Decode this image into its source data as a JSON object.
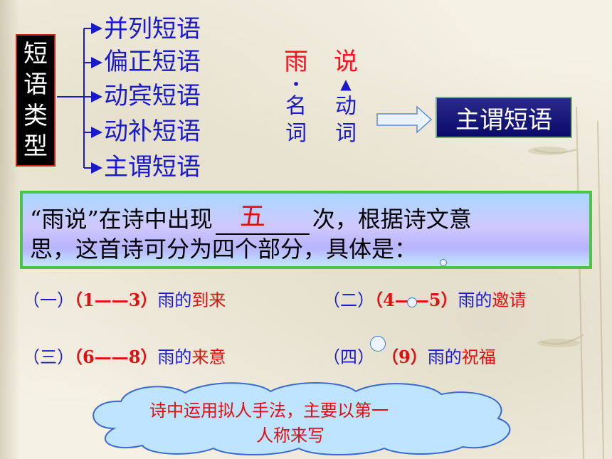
{
  "categories_box": {
    "chars": [
      "短",
      "语",
      "类",
      "型"
    ]
  },
  "phrase_types": [
    "并列短语",
    "偏正短语",
    "动宾短语",
    "动补短语",
    "主谓短语"
  ],
  "word_pair": {
    "first": {
      "char": "雨",
      "mark": "•",
      "pos": [
        "名",
        "词"
      ]
    },
    "second": {
      "char": "说",
      "mark": "▲",
      "pos": [
        "动",
        "词"
      ]
    }
  },
  "result": "主谓短语",
  "question": {
    "part1": "“雨说”在诗中出现",
    "answer": "五",
    "part2": "次，根据诗文意",
    "line2": "思，这首诗可分为四个部分，具体是："
  },
  "parts": [
    {
      "index": "（一）",
      "range": "（1——3）",
      "prefix": "雨的",
      "title": "到来"
    },
    {
      "index": "（二）",
      "range": "（4——5）",
      "prefix": "雨的",
      "title": "邀请"
    },
    {
      "index": "（三）",
      "range": "（6——8）",
      "prefix": "雨的",
      "title": "来意"
    },
    {
      "index": "（四）",
      "range": "（9）",
      "prefix": "雨的",
      "title": "祝福"
    }
  ],
  "cloud_note": {
    "line1": "诗中运用拟人手法，主要以第一",
    "line2": "人称来写"
  },
  "colors": {
    "blue": "#1a1acc",
    "red": "#e01010",
    "box_green": "#4ac44a"
  }
}
